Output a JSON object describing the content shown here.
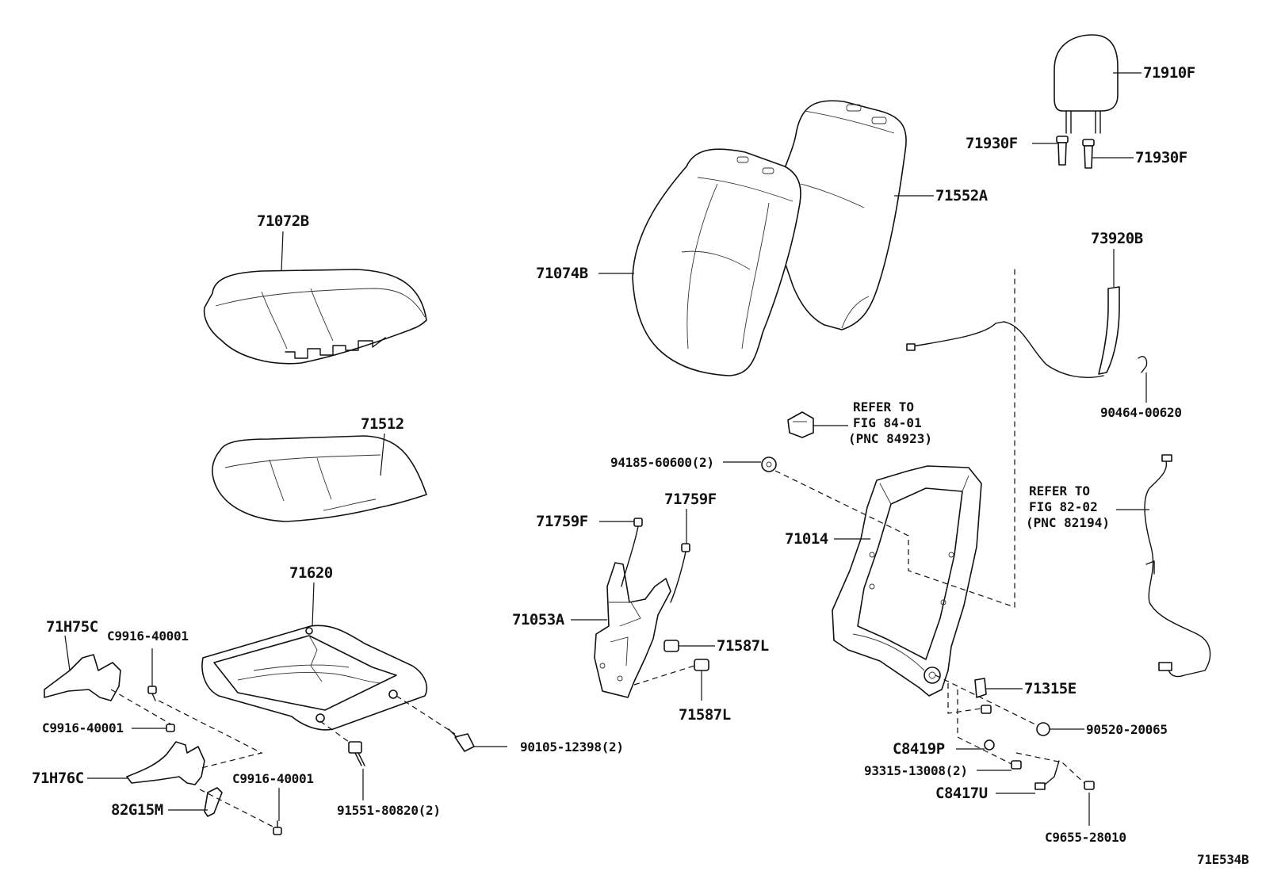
{
  "diagram_id": "71E534B",
  "labels": {
    "p71910F": "71910F",
    "p71930F_left": "71930F",
    "p71930F_right": "71930F",
    "p71552A": "71552A",
    "p71074B": "71074B",
    "p71072B": "71072B",
    "p73920B": "73920B",
    "p90464": "90464-00620",
    "p71512": "71512",
    "p94185": "94185-60600(2)",
    "p71759F_left": "71759F",
    "p71759F_right": "71759F",
    "p71014": "71014",
    "p71620": "71620",
    "p71053A": "71053A",
    "p71587L_top": "71587L",
    "p71587L_bottom": "71587L",
    "p71H75C": "71H75C",
    "pC9916_top": "C9916-40001",
    "pC9916_mid": "C9916-40001",
    "pC9916_bottom": "C9916-40001",
    "p71H76C": "71H76C",
    "p82G15M": "82G15M",
    "p91551": "91551-80820(2)",
    "p90105": "90105-12398(2)",
    "p71315E": "71315E",
    "p90520": "90520-20065",
    "pC8419P": "C8419P",
    "p93315": "93315-13008(2)",
    "pC8417U": "C8417U",
    "pC9655": "C9655-28010"
  },
  "refs": {
    "ref1": {
      "line1": "REFER TO",
      "line2": "FIG 84-01",
      "line3": "(PNC 84923)"
    },
    "ref2": {
      "line1": "REFER TO",
      "line2": "FIG 82-02",
      "line3": "(PNC 82194)"
    }
  }
}
